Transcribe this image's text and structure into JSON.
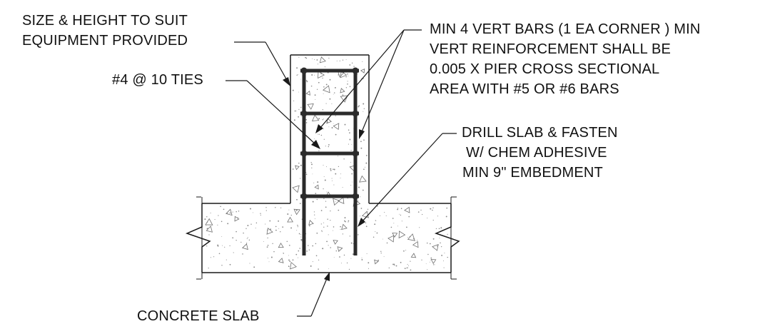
{
  "labels": {
    "size_height": [
      "SIZE & HEIGHT TO SUIT",
      "EQUIPMENT PROVIDED"
    ],
    "ties": "#4 @ 10 TIES",
    "vert_bars": [
      "MIN 4 VERT BARS (1 EA CORNER ) MIN",
      "VERT REINFORCEMENT SHALL BE",
      "0.005 X PIER CROSS SECTIONAL",
      "AREA WITH #5 OR #6 BARS"
    ],
    "drill_slab": [
      "DRILL SLAB & FASTEN",
      "W/ CHEM ADHESIVE",
      "MIN 9\" EMBEDMENT"
    ],
    "concrete_slab": "CONCRETE SLAB"
  },
  "colors": {
    "line": "#1a1a1a",
    "rebar": "#2b2b2b",
    "stipple": "#8a8a8a"
  }
}
